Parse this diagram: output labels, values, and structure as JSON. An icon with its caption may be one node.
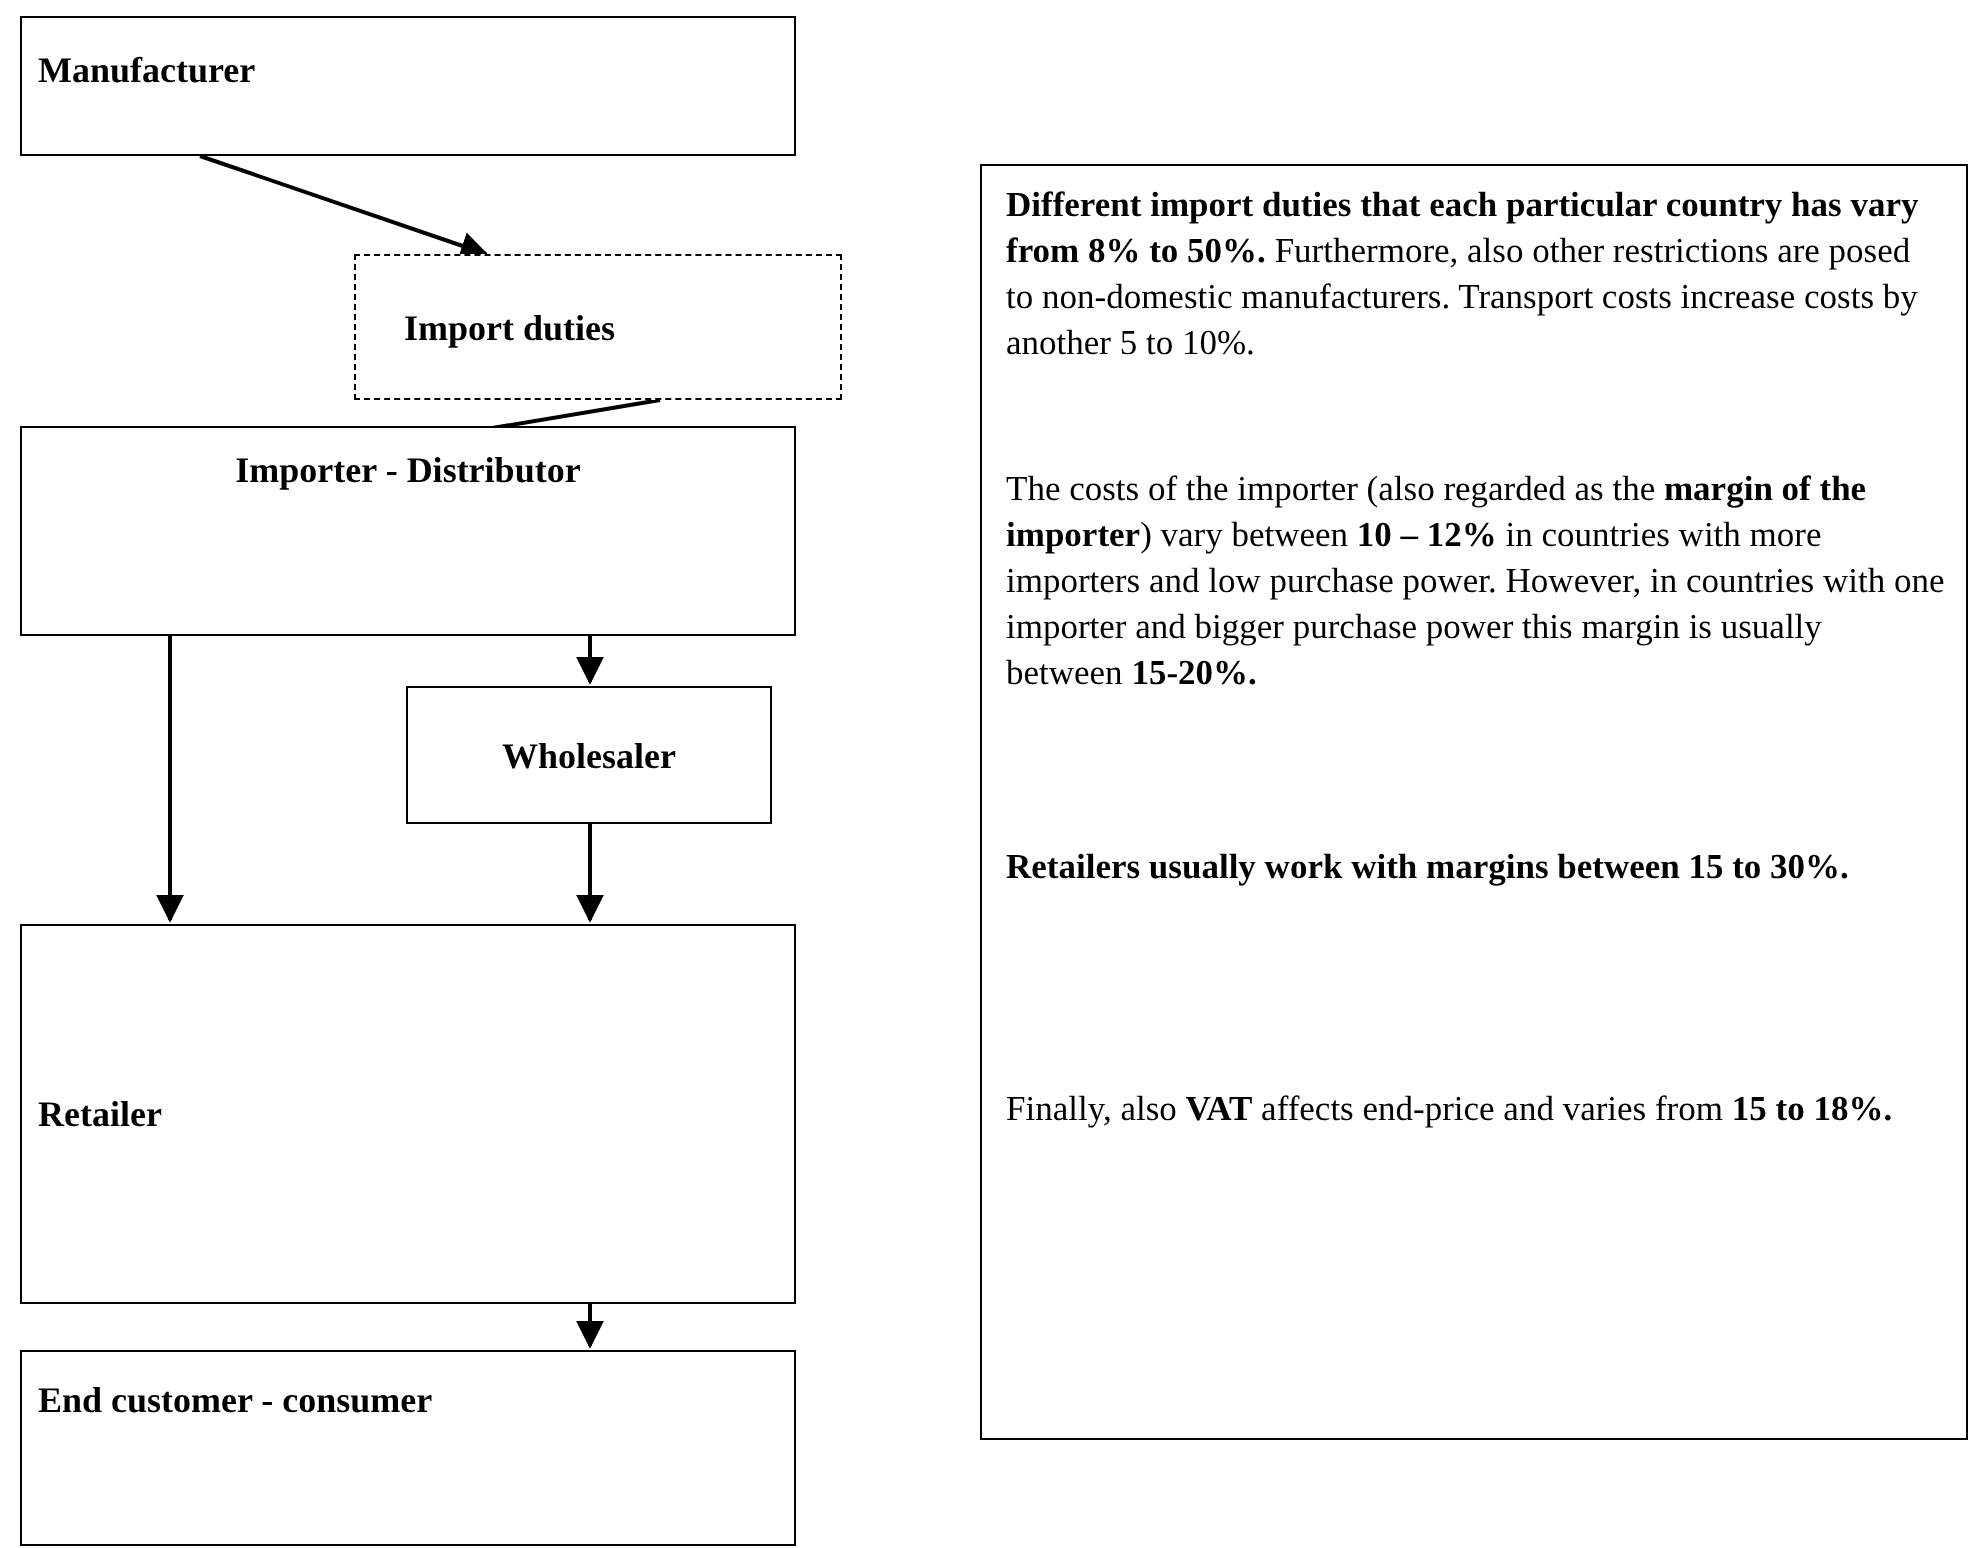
{
  "diagram": {
    "nodes": [
      {
        "text": [
          "Manufacturer"
        ]
      },
      {
        "text": [
          "Import duties"
        ]
      },
      {
        "text": [
          "Importer - Distributor"
        ]
      },
      {
        "text": [
          "Wholesaler"
        ]
      },
      {
        "text": [
          "Retailer"
        ]
      },
      {
        "text": [
          "End customer - consumer"
        ]
      },
      {
        "text": [
          "**Different import duties that each particular country has vary from 8% to 50%.** Furthermore, also other restrictions are posed to non-domestic manufacturers. Transport costs increase costs by another 5 to 10%.",
          "The costs of the importer (also regarded as the **margin of the importer**) vary between **10 – 12%** in countries with more importers and low purchase power. However, in countries with one importer and bigger purchase power this margin is usually between **15-20%.**",
          "**Retailers usually work with margins between 15 to 30%.**",
          "Finally, also **VAT** affects end-price and varies from **15 to 18%.**"
        ]
      }
    ],
    "edges": [
      {
        "from": 0,
        "to": 1,
        "arrow": "to"
      },
      {
        "from": 1,
        "to": 2,
        "arrow": "to"
      },
      {
        "from": 2,
        "to": 3,
        "arrow": "to"
      },
      {
        "from": 2,
        "to": 4,
        "arrow": "to"
      },
      {
        "from": 3,
        "to": 4,
        "arrow": "to"
      },
      {
        "from": 4,
        "to": 5,
        "arrow": "to"
      }
    ]
  }
}
